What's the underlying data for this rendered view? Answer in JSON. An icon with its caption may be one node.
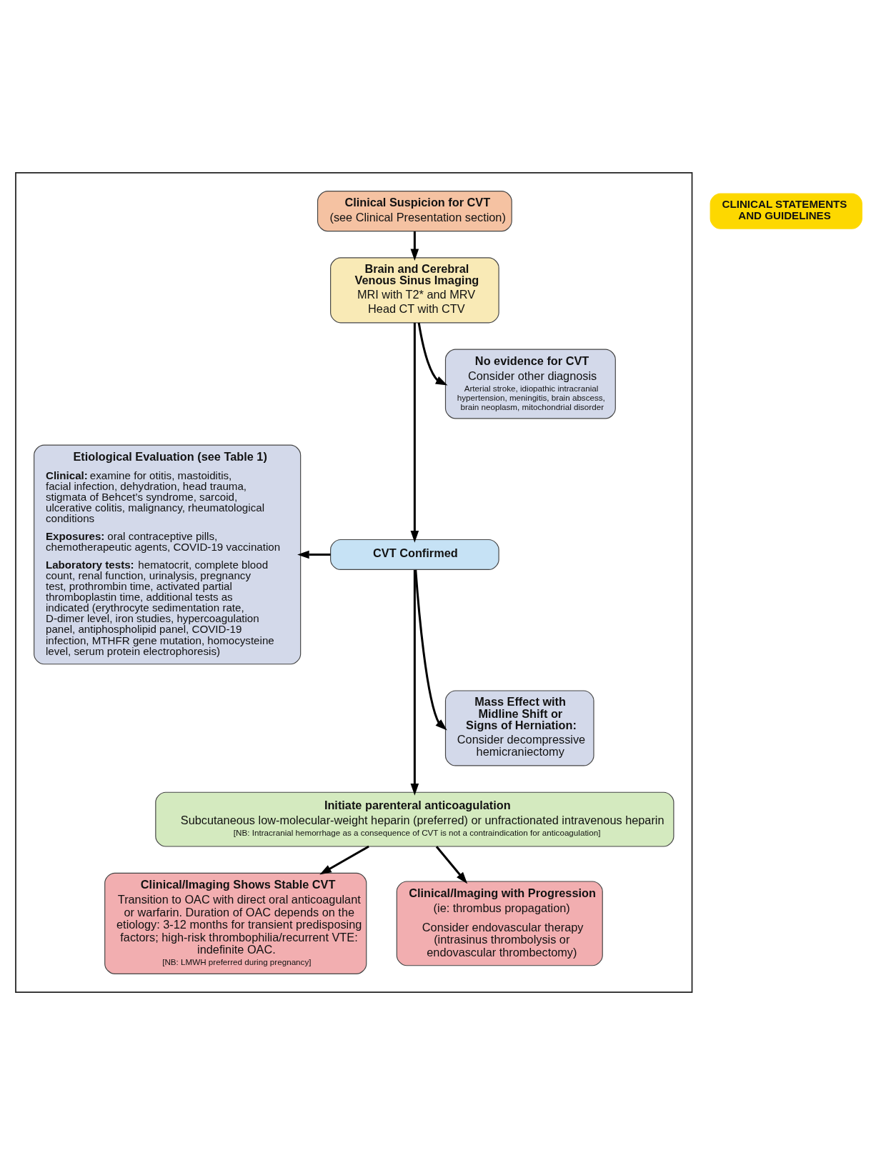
{
  "diagram": {
    "nodes": [
      {
        "text": [
          "CLINICAL STATEMENTS AND GUIDELINES"
        ]
      },
      {
        "text": [],
        "shape": "box"
      },
      {
        "text": [
          "Clinical Suspicion for CVT",
          "(see Clinical Presentation section)"
        ],
        "in": 1
      },
      {
        "text": [
          "Etiological Evaluation (see Table 1)",
          "**Clinical:** examine for otitis, mastoiditis, facial infection, dehydration, head trauma, stigmata of Behcet’s syndrome, sarcoid, ulcerative colitis, malignancy, rheumatological conditions",
          "**Exposures:** oral contraceptive pills, chemotherapeutic agents, COVID-19 vaccination",
          "**Laboratory tests:** hematocrit, complete blood count, renal function, urinalysis, pregnancy test, prothrombin time, activated partial thromboplastin time, additional tests as indicated (erythrocyte sedimentation rate, D-dimer level, iron studies, hypercoagulation panel, antiphospholipid panel, COVID-19 infection, MTHFR gene mutation, homocysteine level, serum protein electrophoresis)"
        ],
        "in": 1
      },
      {
        "text": [
          "Brain and Cerebral Venous Sinus Imaging",
          "MRI with T2* and MRV",
          "Head CT with CTV"
        ],
        "in": 1
      },
      {
        "text": [
          "No evidence for CVT",
          "Consider other diagnosis",
          "Arterial stroke, idiopathic intracranial hypertension, meningitis, brain abscess, brain neoplasm, mitochondrial disorder"
        ],
        "in": 1
      },
      {
        "text": [
          "CVT Confirmed"
        ],
        "in": 1
      },
      {
        "text": [
          "Mass Effect with Midline Shift or Signs of Herniation:",
          "Consider decompressive hemicraniectomy"
        ],
        "in": 1
      },
      {
        "text": [
          "Initiate parenteral anticoagulation",
          "Subcutaneous low-molecular-weight heparin (preferred) or unfractionated intravenous heparin",
          "[NB: Intracranial hemorrhage as a consequence of CVT is not a contraindication for anticoagulation]"
        ],
        "in": 1
      },
      {
        "text": [
          "Clinical/Imaging Shows Stable CVT",
          "Transition to OAC with direct oral anticoagulant or warfarin. Duration of OAC depends on the etiology: 3-12 months for transient predisposing factors; high-risk thrombophilia/recurrent VTE: indefinite OAC.",
          "[NB: LMWH preferred during pregnancy]"
        ],
        "in": 1
      },
      {
        "text": [
          "Clinical/Imaging with Progression",
          "(ie: thrombus propagation)",
          "Consider endovascular therapy (intrasinus thrombolysis or endovascular thrombectomy)"
        ],
        "in": 1
      }
    ],
    "edges": [
      {
        "from": 2,
        "to": 4,
        "arrow": "to"
      },
      {
        "from": 4,
        "to": 6,
        "arrow": "to"
      },
      {
        "from": 4,
        "to": 5,
        "arrow": "to"
      },
      {
        "from": 6,
        "to": 8,
        "arrow": "to"
      },
      {
        "from": 6,
        "to": 7,
        "arrow": "to"
      },
      {
        "from": 6,
        "to": 3,
        "arrow": "to"
      },
      {
        "from": 8,
        "to": 9,
        "arrow": "to"
      },
      {
        "from": 8,
        "to": 10,
        "arrow": "to"
      }
    ]
  }
}
